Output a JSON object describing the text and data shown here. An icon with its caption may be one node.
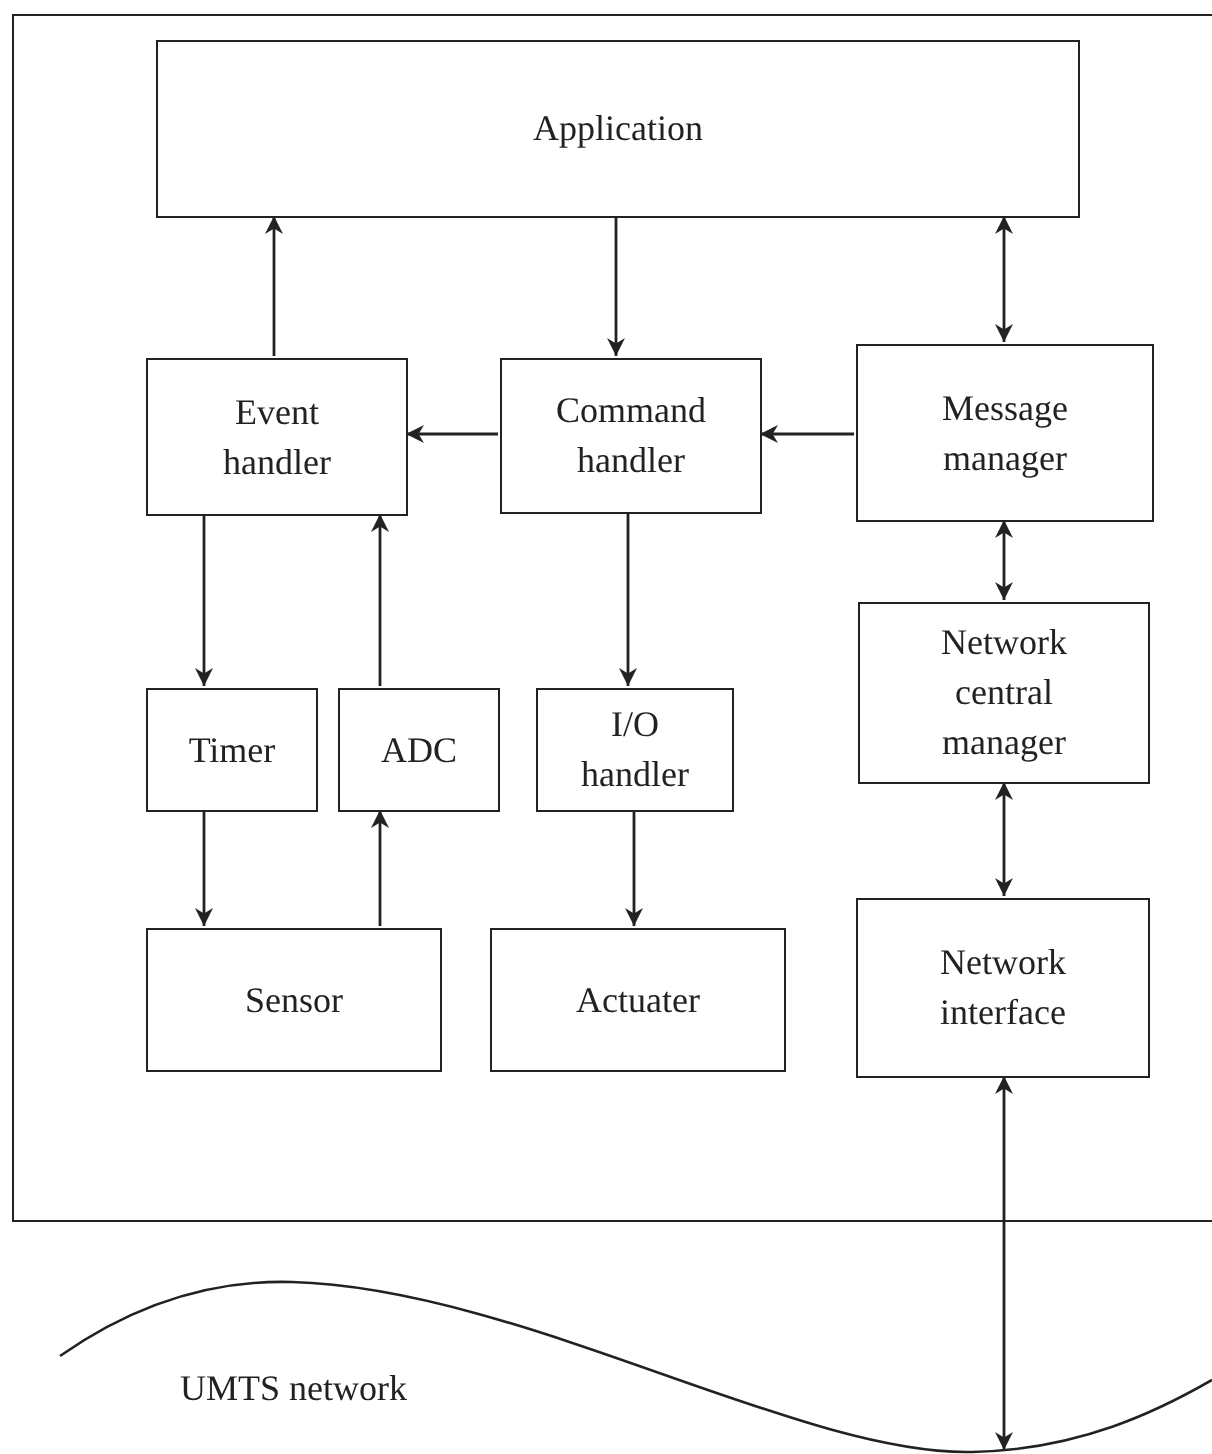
{
  "diagram": {
    "nodes": [
      {
        "text": [],
        "shape": "box"
      },
      {
        "text": [
          "Application"
        ],
        "in": 0
      },
      {
        "text": [
          "Event handler"
        ],
        "in": 0
      },
      {
        "text": [
          "Command handler"
        ],
        "in": 0
      },
      {
        "text": [
          "Message manager"
        ],
        "in": 0
      },
      {
        "text": [
          "Network central manager"
        ],
        "in": 0
      },
      {
        "text": [
          "Timer"
        ],
        "in": 0
      },
      {
        "text": [
          "ADC"
        ],
        "in": 0
      },
      {
        "text": [
          "I/O handler"
        ],
        "in": 0
      },
      {
        "text": [
          "Sensor"
        ],
        "in": 0
      },
      {
        "text": [
          "Actuater"
        ],
        "in": 0
      },
      {
        "text": [
          "Network interface"
        ],
        "in": 0
      },
      {
        "text": [
          "UMTS network"
        ]
      }
    ],
    "edges": [
      {
        "from": 2,
        "to": 1,
        "arrow": "to"
      },
      {
        "from": 1,
        "to": 3,
        "arrow": "to"
      },
      {
        "from": 1,
        "to": 4,
        "arrow": "both"
      },
      {
        "from": 3,
        "to": 2,
        "arrow": "to"
      },
      {
        "from": 4,
        "to": 3,
        "arrow": "to"
      },
      {
        "from": 4,
        "to": 5,
        "arrow": "both"
      },
      {
        "from": 5,
        "to": 11,
        "arrow": "both"
      },
      {
        "from": 2,
        "to": 6,
        "arrow": "to"
      },
      {
        "from": 7,
        "to": 2,
        "arrow": "to"
      },
      {
        "from": 3,
        "to": 8,
        "arrow": "to"
      },
      {
        "from": 6,
        "to": 9,
        "arrow": "to"
      },
      {
        "from": 9,
        "to": 7,
        "arrow": "to"
      },
      {
        "from": 8,
        "to": 10,
        "arrow": "to"
      },
      {
        "from": 11,
        "to": 12,
        "arrow": "both"
      }
    ]
  }
}
